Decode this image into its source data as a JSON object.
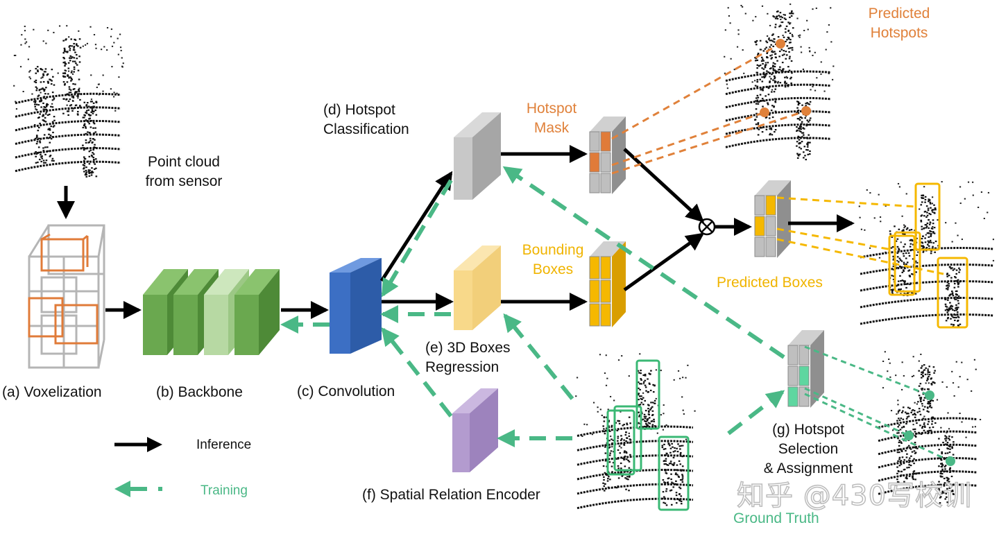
{
  "labels": {
    "point_cloud": "Point cloud\nfrom sensor",
    "voxelization": "(a) Voxelization",
    "backbone": "(b) Backbone",
    "convolution": "(c) Convolution",
    "hotspot_classification": "(d) Hotspot\nClassification",
    "boxes_regression": "(e) 3D Boxes\nRegression",
    "spatial_relation_encoder": "(f) Spatial Relation Encoder",
    "hotspot_selection": "(g) Hotspot\nSelection\n& Assignment",
    "hotspot_mask": "Hotspot\nMask",
    "bounding_boxes": "Bounding\nBoxes",
    "predicted_hotspots": "Predicted\nHotspots",
    "predicted_boxes": "Predicted Boxes",
    "ground_truth": "Ground Truth"
  },
  "legend": {
    "inference": "Inference",
    "training": "Training"
  },
  "watermark": "知乎 @430写校训",
  "colors": {
    "black_arrow": "#000000",
    "training_green": "#4ab886",
    "hotspot_orange": "#e0813a",
    "box_yellow": "#f5b800",
    "backbone_green": "#6aa84f",
    "conv_blue": "#3c6fc4",
    "hotspot_gray": "#bfbfbf",
    "regression_yellow": "#f8d98a",
    "encoder_purple": "#b39bcf"
  }
}
